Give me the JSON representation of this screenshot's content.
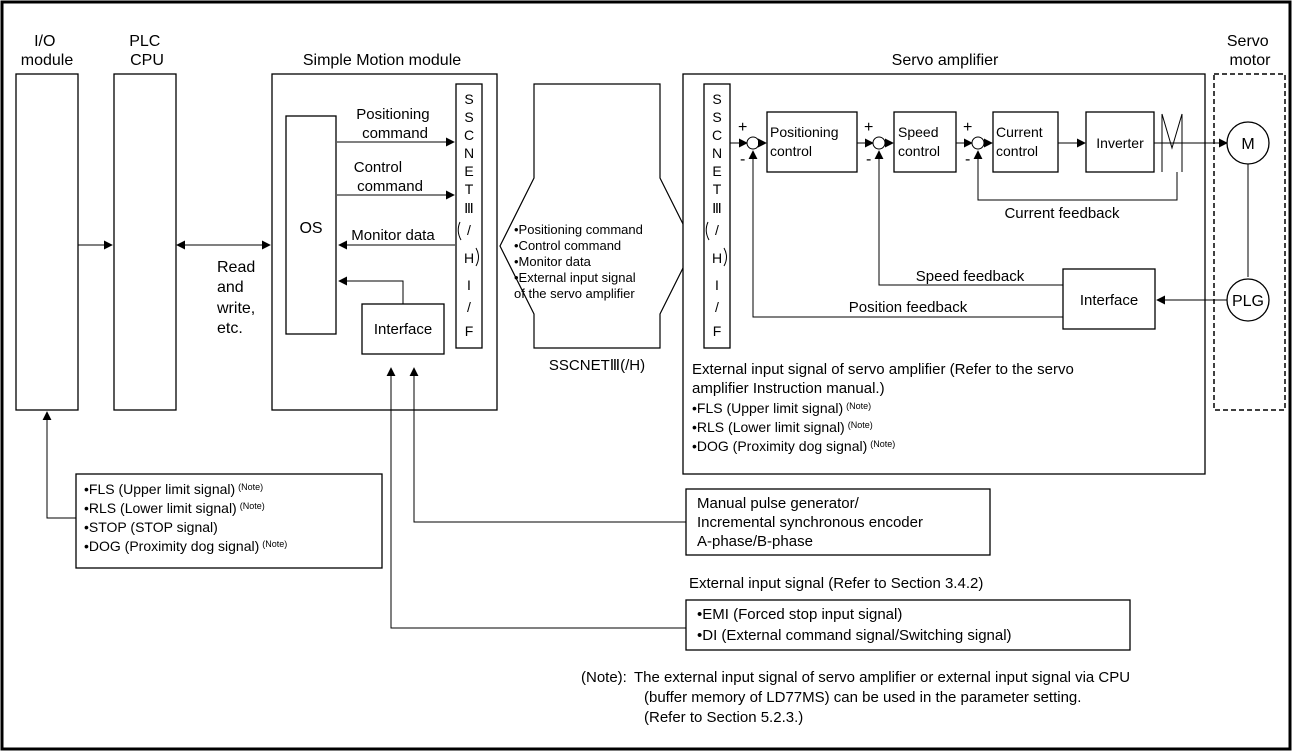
{
  "headers": {
    "io_module": [
      "I/O",
      "module"
    ],
    "plc_cpu": [
      "PLC",
      "CPU"
    ],
    "simple_motion": "Simple Motion module",
    "servo_amplifier": "Servo amplifier",
    "servo_motor": [
      "Servo",
      "motor"
    ]
  },
  "read_write": [
    "Read",
    "and",
    "write,",
    "etc."
  ],
  "simple_motion": {
    "os_label": "OS",
    "positioning_command": [
      "Positioning",
      "command"
    ],
    "control_command": [
      "Control",
      "command"
    ],
    "monitor_data": "Monitor data",
    "interface": "Interface",
    "sscnet_chars": [
      "S",
      "S",
      "C",
      "N",
      "E",
      "T",
      "Ⅲ",
      "/",
      "H",
      "I",
      "/",
      "F"
    ]
  },
  "cable": {
    "items": [
      "•Positioning command",
      "•Control command",
      "•Monitor data",
      "•External input signal",
      " of the servo amplifier"
    ],
    "caption": "SSCNETⅢ(/H)"
  },
  "servo": {
    "sscnet_chars": [
      "S",
      "S",
      "C",
      "N",
      "E",
      "T",
      "Ⅲ",
      "/",
      "H",
      "I",
      "/",
      "F"
    ],
    "positioning_control": [
      "Positioning",
      "control"
    ],
    "speed_control": [
      "Speed",
      "control"
    ],
    "current_control": [
      "Current",
      "control"
    ],
    "inverter": "Inverter",
    "current_feedback": "Current feedback",
    "speed_feedback": "Speed feedback",
    "position_feedback": "Position feedback",
    "interface": "Interface",
    "plus": "+",
    "minus": "-",
    "ext_title": [
      "External input signal of servo amplifier (Refer to the servo",
      "amplifier Instruction manual.)"
    ],
    "ext_signals": [
      {
        "name": "•FLS  (Upper limit signal)",
        "note": "(Note)"
      },
      {
        "name": "•RLS  (Lower limit signal)",
        "note": "(Note)"
      },
      {
        "name": "•DOG  (Proximity dog signal)",
        "note": "(Note)"
      }
    ]
  },
  "motor": {
    "m": "M",
    "plg": "PLG"
  },
  "io_signals": [
    {
      "name": "•FLS   (Upper limit signal)",
      "note": "(Note)"
    },
    {
      "name": "•RLS   (Lower limit signal)",
      "note": "(Note)"
    },
    {
      "name": "•STOP (STOP signal)",
      "note": ""
    },
    {
      "name": "•DOG   (Proximity dog signal)",
      "note": "(Note)"
    }
  ],
  "manual_pulse": [
    "Manual pulse generator/",
    "Incremental synchronous encoder",
    "A-phase/B-phase"
  ],
  "external_input": {
    "title": "External input signal (Refer to Section 3.4.2)",
    "items": [
      "•EMI (Forced stop input signal)",
      "•DI    (External command signal/Switching signal)"
    ]
  },
  "footnote": {
    "label": "(Note):",
    "lines": [
      "The external input signal of servo amplifier or external input signal via CPU",
      "(buffer memory of LD77MS) can be used in the parameter setting.",
      "(Refer to Section 5.2.3.)"
    ]
  }
}
